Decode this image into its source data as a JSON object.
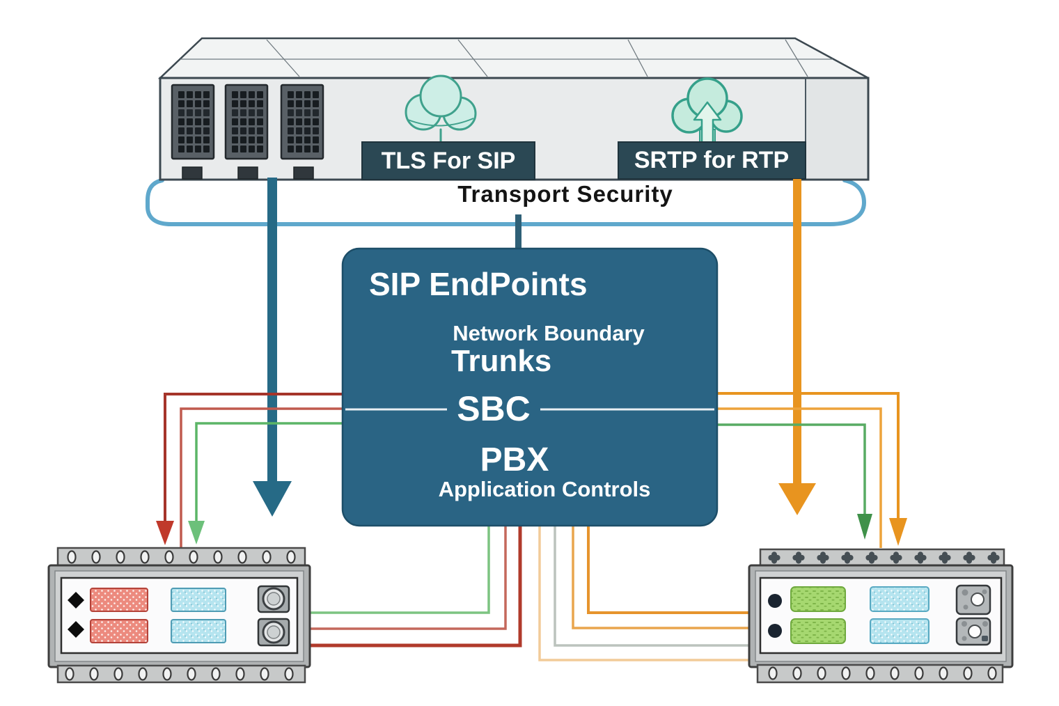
{
  "top_device": {
    "tls_label": "TLS For SIP",
    "srtp_label": "SRTP for RTP",
    "transport_band_label": "Transport Security"
  },
  "sbc_box": {
    "sip_endpoints": "SIP EndPoints",
    "network_boundary": "Network Boundary",
    "trunks": "Trunks",
    "sbc": "SBC",
    "pbx": "PBX",
    "application_controls": "Application Controls"
  },
  "icons": {
    "tls_cloud": "cloud-icon",
    "srtp_cloud": "cloud-upload-icon"
  },
  "colors": {
    "box_fill": "#2a6484",
    "box_border": "#1d4e68",
    "label_fill": "#2b4854",
    "band_blue": "#5fa8cc",
    "teal_arrow": "#266a86",
    "orange": "#e8941f",
    "orange_light": "#eda33b",
    "orange_pale": "#f2cb99",
    "dark_orange": "#e6942d",
    "green": "#5cb567",
    "green_dark": "#3f9149",
    "green_light": "#7cc481",
    "red_dark": "#a5342a",
    "red_bright": "#c0392b",
    "salmon": "#c05a4e",
    "gray_line": "#bcc3bd",
    "cloud_fill": "#cdeee6",
    "cloud_stroke": "#3fa18c",
    "device_face": "#e9ebec",
    "device_top": "#f2f4f4"
  },
  "connections": [
    {
      "name": "gateway-to-left-endpoint",
      "color": "#266a86",
      "arrowhead": true
    },
    {
      "name": "srtp-to-right-endpoint",
      "color": "#e8941f",
      "arrowhead": true
    },
    {
      "name": "band-to-sbc-box",
      "color": "#2f6077",
      "arrowhead": false
    },
    {
      "name": "sbc-left-dark-red",
      "color": "#a5342a",
      "arrowhead": true
    },
    {
      "name": "sbc-left-salmon",
      "color": "#c05a4e",
      "arrowhead": false
    },
    {
      "name": "sbc-left-green",
      "color": "#5cb567",
      "arrowhead": true
    },
    {
      "name": "sbc-right-orange",
      "color": "#e8941f",
      "arrowhead": true
    },
    {
      "name": "sbc-right-orange-light",
      "color": "#eda33b",
      "arrowhead": false
    },
    {
      "name": "sbc-right-green",
      "color": "#58ab63",
      "arrowhead": true
    },
    {
      "name": "box-bottom-left-green",
      "color": "#7cc481",
      "arrowhead": false
    },
    {
      "name": "box-bottom-left-salmon",
      "color": "#c4685c",
      "arrowhead": false
    },
    {
      "name": "box-bottom-left-red",
      "color": "#b03a2b",
      "arrowhead": false
    },
    {
      "name": "box-bottom-right-pale-orange",
      "color": "#f2cb99",
      "arrowhead": false
    },
    {
      "name": "box-bottom-right-gray",
      "color": "#bcc3bd",
      "arrowhead": false
    },
    {
      "name": "box-bottom-right-orange",
      "color": "#e9a54d",
      "arrowhead": false
    },
    {
      "name": "box-bottom-right-dark-orange",
      "color": "#e6942d",
      "arrowhead": false
    }
  ]
}
